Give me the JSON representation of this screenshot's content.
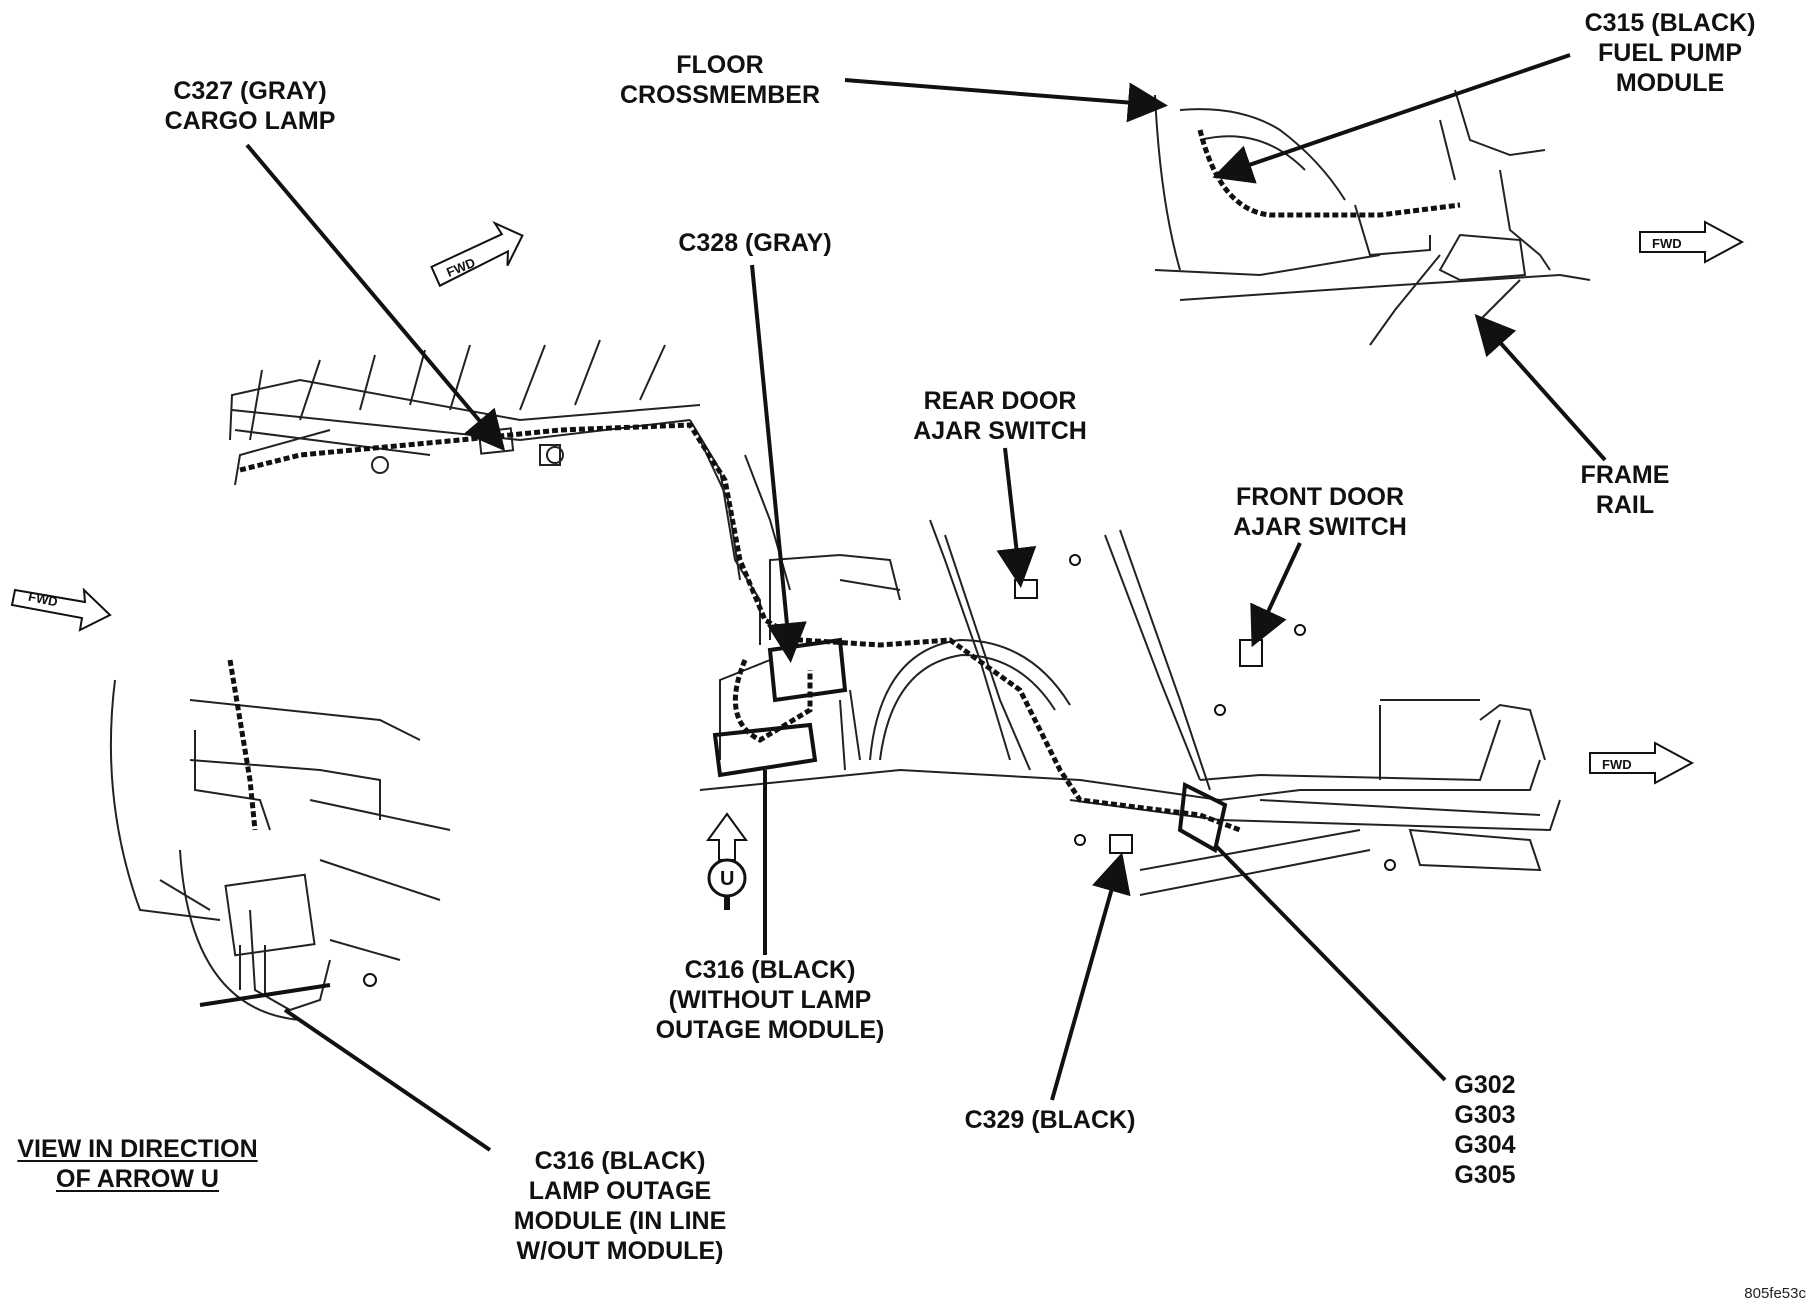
{
  "labels": {
    "c327": [
      "C327 (GRAY)",
      "CARGO LAMP"
    ],
    "floor_crossmember": [
      "FLOOR",
      "CROSSMEMBER"
    ],
    "c315": [
      "C315 (BLACK)",
      "FUEL PUMP",
      "MODULE"
    ],
    "c328": [
      "C328 (GRAY)"
    ],
    "rear_door_ajar": [
      "REAR DOOR",
      "AJAR SWITCH"
    ],
    "front_door_ajar": [
      "FRONT DOOR",
      "AJAR SWITCH"
    ],
    "frame_rail": [
      "FRAME",
      "RAIL"
    ],
    "c316_without": [
      "C316 (BLACK)",
      "(WITHOUT LAMP",
      "OUTAGE MODULE)"
    ],
    "c329": [
      "C329 (BLACK)"
    ],
    "grounds": [
      "G302",
      "G303",
      "G304",
      "G305"
    ],
    "view_direction": [
      "VIEW IN DIRECTION",
      "OF ARROW U"
    ],
    "c316_lamp_outage": [
      "C316 (BLACK)",
      "LAMP OUTAGE",
      "MODULE (IN LINE",
      "W/OUT MODULE)"
    ]
  },
  "fwd_marker": "FWD",
  "arrow_u_letter": "U",
  "figure_id": "805fe53c"
}
